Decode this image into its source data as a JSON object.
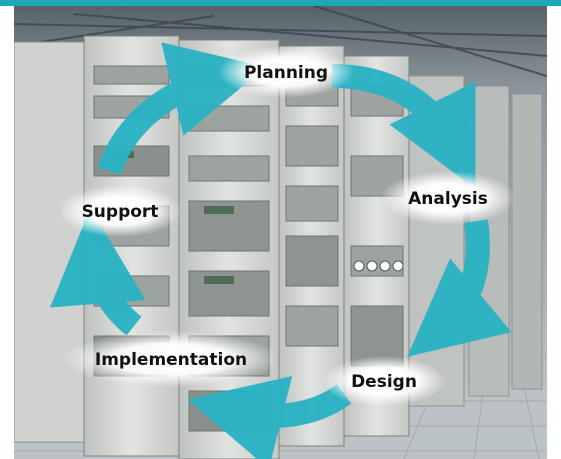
{
  "colors": {
    "arrow": "#2ab3c4",
    "arrow_dark": "#168a9a",
    "top_bar": "#1fa7b8",
    "floor": "#b9c0c4",
    "ceiling": "#5d6870",
    "rack": "#d7d9d6"
  },
  "cycle": {
    "stages": [
      {
        "label": "Planning"
      },
      {
        "label": "Analysis"
      },
      {
        "label": "Design"
      },
      {
        "label": "Implementation"
      },
      {
        "label": "Support"
      }
    ]
  }
}
